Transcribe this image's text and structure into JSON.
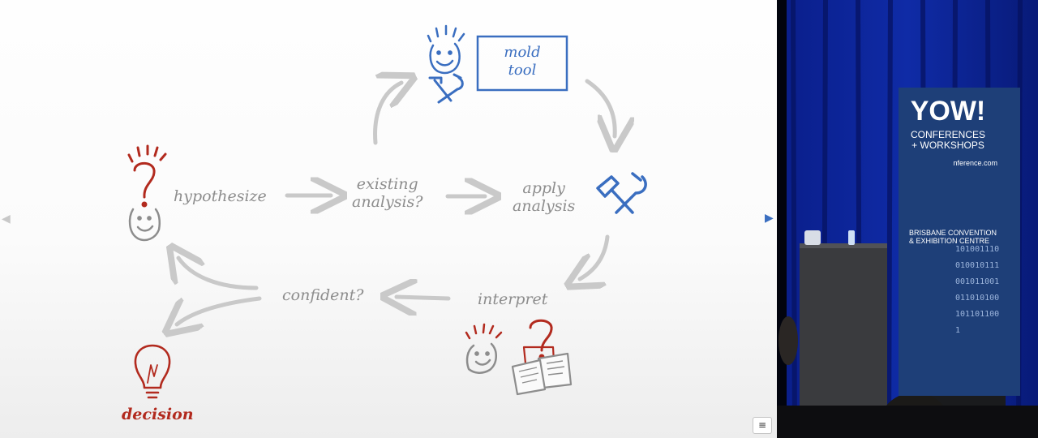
{
  "slide": {
    "labels": {
      "hypothesize": "hypothesize",
      "existing_analysis": [
        "existing",
        "analysis?"
      ],
      "apply_analysis": [
        "apply",
        "analysis"
      ],
      "interpret": "interpret",
      "confident": "confident?",
      "decision": "decision",
      "mold_tool": [
        "mold",
        "tool"
      ]
    },
    "menu_button": "≡",
    "colors": {
      "gray": "#8d8d8d",
      "blue": "#3a6ec0",
      "red": "#b22a1e",
      "arrow": "#c9c9c9"
    },
    "icons": [
      "question-mark-icon",
      "face-icon",
      "tools-icon",
      "lightbulb-icon",
      "documents-icon"
    ]
  },
  "video": {
    "banner_logo": "YOW!",
    "banner_subtitle": [
      "CONFERENCES",
      "+ WORKSHOPS"
    ],
    "banner_url": "nference.com",
    "podium_label": [
      "BRISBANE CONVENTION",
      "& EXHIBITION CENTRE"
    ],
    "banner_binary": "1010011100100101110010110010110101001011011001"
  }
}
